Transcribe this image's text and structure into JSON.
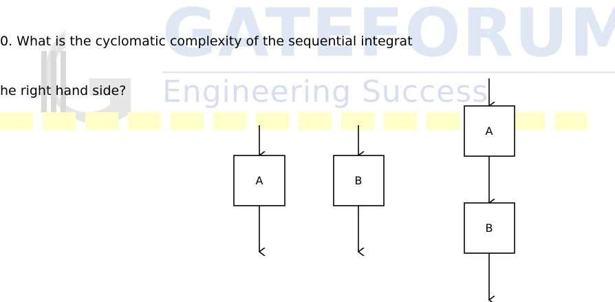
{
  "watermark": {
    "title": "GATEFORUM",
    "tagline": "Engineering Success"
  },
  "question": {
    "line1": "0. What is the cyclomatic complexity of the sequential integrat",
    "line2": "he right hand side?"
  },
  "diagram": {
    "module_a_label": "A",
    "module_b_label": "B",
    "integrated_a_label": "A",
    "integrated_b_label": "B"
  },
  "colors": {
    "watermark_blue": "#dfe6f4",
    "watermark_grey": "#e3e3e3",
    "watermark_yellow": "#ffffc8"
  }
}
